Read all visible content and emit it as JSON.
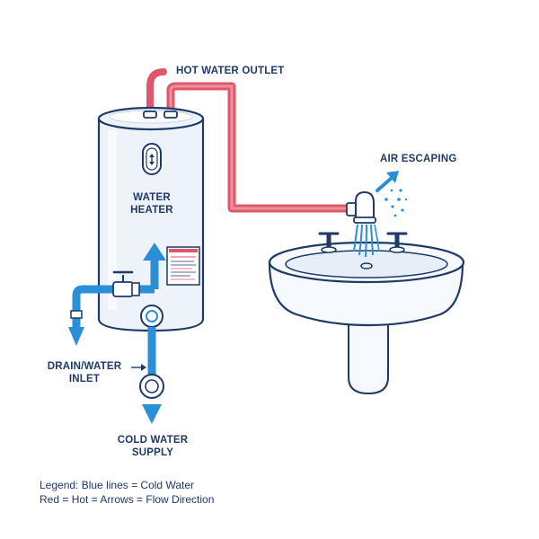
{
  "colors": {
    "cold": "#2a8fd6",
    "hot": "#e0566a",
    "outline": "#1f3a66",
    "tank_fill": "#eef3fa",
    "sink_fill": "#f6f9fd"
  },
  "labels": {
    "hot_outlet": "HOT WATER OUTLET",
    "air_escaping": "AIR ESCAPING",
    "heater_line1": "WATER",
    "heater_line2": "HEATER",
    "drain_line1": "DRAIN/WATER",
    "drain_line2": "INLET",
    "cold_line1": "COLD WATER",
    "cold_line2": "SUPPLY"
  },
  "legend": {
    "line1": "Legend: Blue lines = Cold Water",
    "line2": "Red = Hot = Arrows = Flow Direction"
  },
  "icons": {
    "thermostat": "thermostat-dial-icon",
    "flow": "flow-arrow-icon",
    "air": "air-bubbles-icon"
  }
}
